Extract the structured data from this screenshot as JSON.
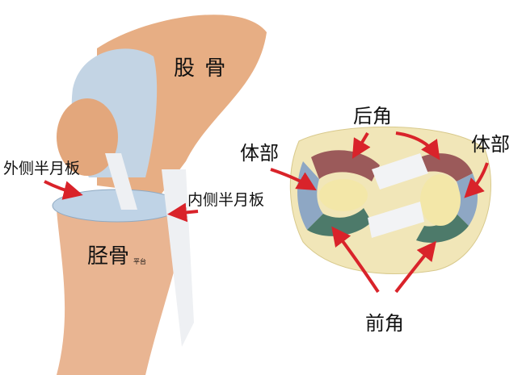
{
  "left_diagram": {
    "femur": "股 骨",
    "lateral_meniscus": "外侧半月板",
    "medial_meniscus": "内侧半月板",
    "tibia": "胫骨",
    "tibial_plateau": "平台"
  },
  "right_diagram": {
    "posterior_horn": "后角",
    "body_left": "体部",
    "body_right": "体部",
    "anterior_horn": "前角"
  },
  "colors": {
    "arrow": "#d9232a",
    "bone": "#e8b48a",
    "cartilage": "#b9cde0",
    "posterior_zone": "#9b5a5a",
    "body_zone": "#8ea7c4",
    "anterior_zone": "#4d7a6a"
  }
}
